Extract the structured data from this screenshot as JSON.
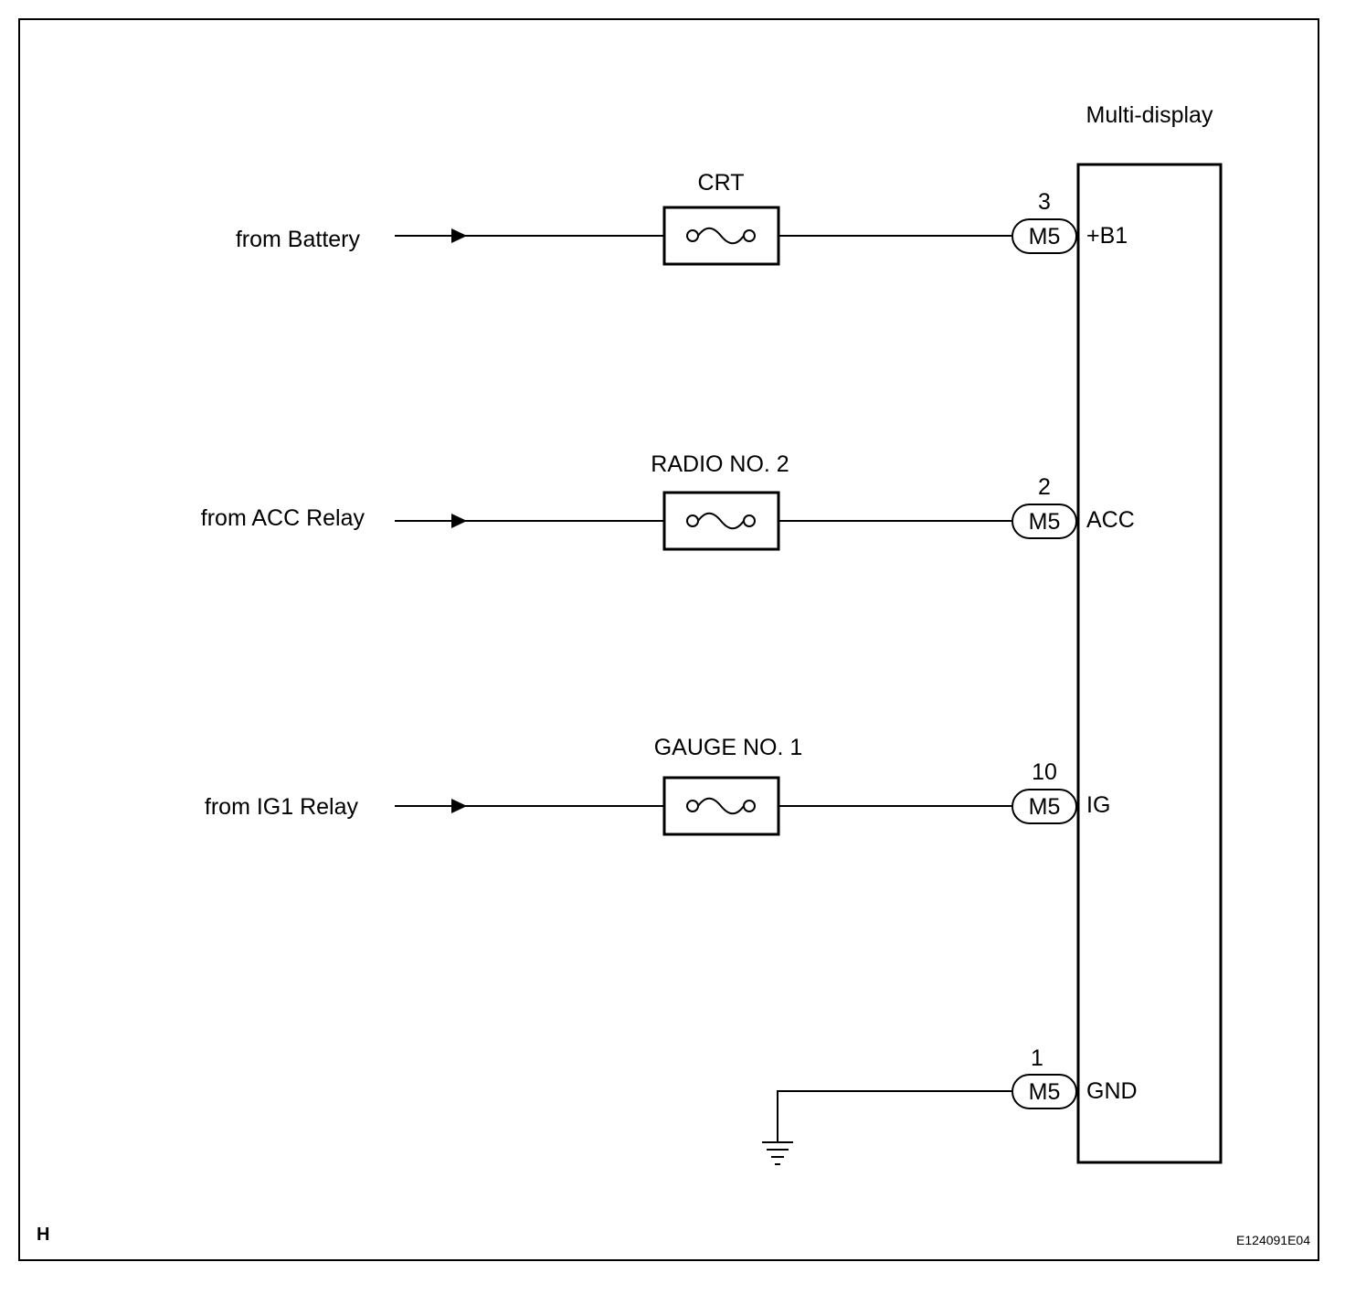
{
  "component": {
    "name": "Multi-display"
  },
  "circuits": [
    {
      "source": "from Battery",
      "fuse": "CRT",
      "pin": "3",
      "connector": "M5",
      "terminal": "+B1"
    },
    {
      "source": "from ACC Relay",
      "fuse": "RADIO NO. 2",
      "pin": "2",
      "connector": "M5",
      "terminal": "ACC"
    },
    {
      "source": "from IG1 Relay",
      "fuse": "GAUGE NO. 1",
      "pin": "10",
      "connector": "M5",
      "terminal": "IG"
    }
  ],
  "ground": {
    "pin": "1",
    "connector": "M5",
    "terminal": "GND"
  },
  "footer": {
    "corner_letter": "H",
    "figure_code": "E124091E04"
  }
}
